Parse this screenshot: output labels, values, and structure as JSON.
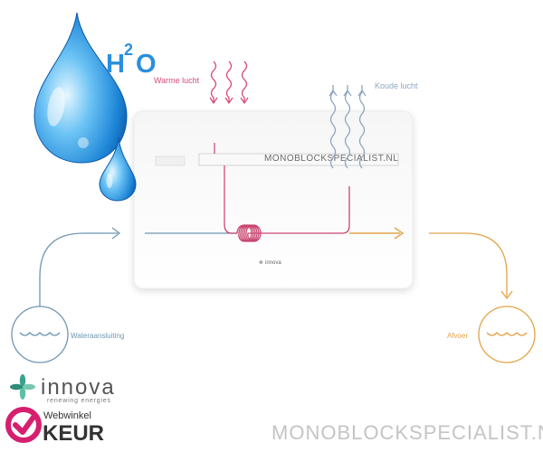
{
  "diagram": {
    "formula": {
      "main": "H",
      "sup": "2",
      "tail": "O"
    },
    "labels": {
      "warm_air": "Warme lucht",
      "cold_air": "Koude lucht",
      "water_inlet": "Wateraansluiting",
      "drain": "Afvoer"
    },
    "unit_text": "MONOBLOCKSPECIALIST.NL",
    "unit_brand": "innova"
  },
  "branding": {
    "innova_name": "innova",
    "innova_tagline": "renewing energies",
    "webwinkel_top": "Webwinkel",
    "webwinkel_bottom": "KEUR",
    "watermark": "MONOBLOCKSPECIALIST.NL"
  },
  "colors": {
    "water_blue": "#2a8fdc",
    "warm_pink": "#d64b7a",
    "cold_blue": "#8fa6c0",
    "pipe_blue": "#6f96b3",
    "drain_orange": "#e3a347",
    "coil_pink": "#c9456f",
    "innova_green": "#3aa18a",
    "keur_pink": "#d61f6e"
  }
}
